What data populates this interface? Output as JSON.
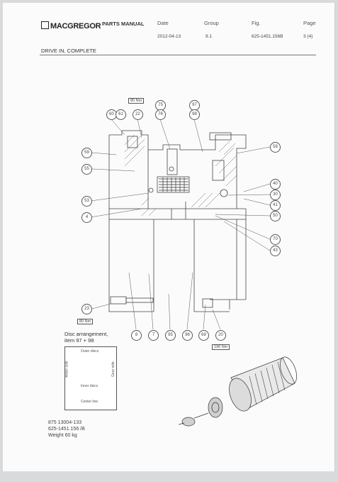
{
  "header": {
    "logo_text": "MACGREGOR",
    "manual_label": "PARTS MANUAL",
    "date_label": "Date",
    "date_value": "2012-04-13",
    "group_label": "Group",
    "group_value": "9.1",
    "fig_label": "Fig.",
    "fig_value": "625-1451.156B",
    "page_label": "Page",
    "page_value": "3 (4)"
  },
  "title": "DRIVE IN, COMPLETE",
  "torques": [
    "80 Nm",
    "80 Nm",
    "196 Nm"
  ],
  "callouts": [
    "60",
    "61",
    "22",
    "75",
    "76",
    "97",
    "98",
    "59",
    "55",
    "58",
    "53",
    "40",
    "30",
    "4",
    "41",
    "50",
    "70",
    "43",
    "23",
    "8",
    "7",
    "95",
    "96",
    "69",
    "20"
  ],
  "disc_panel": {
    "heading_line1": "Disc arrangement,",
    "heading_line2": "item 97 + 98",
    "outer_label": "Outer discs",
    "inner_label": "Inner discs",
    "center_label": "Center line",
    "motor_side": "Motor side",
    "gear_side": "Gear side"
  },
  "footer": {
    "line1": "875 13004-133",
    "line2": "625-1451.156 /B",
    "line3": "Weight 60 kg"
  }
}
